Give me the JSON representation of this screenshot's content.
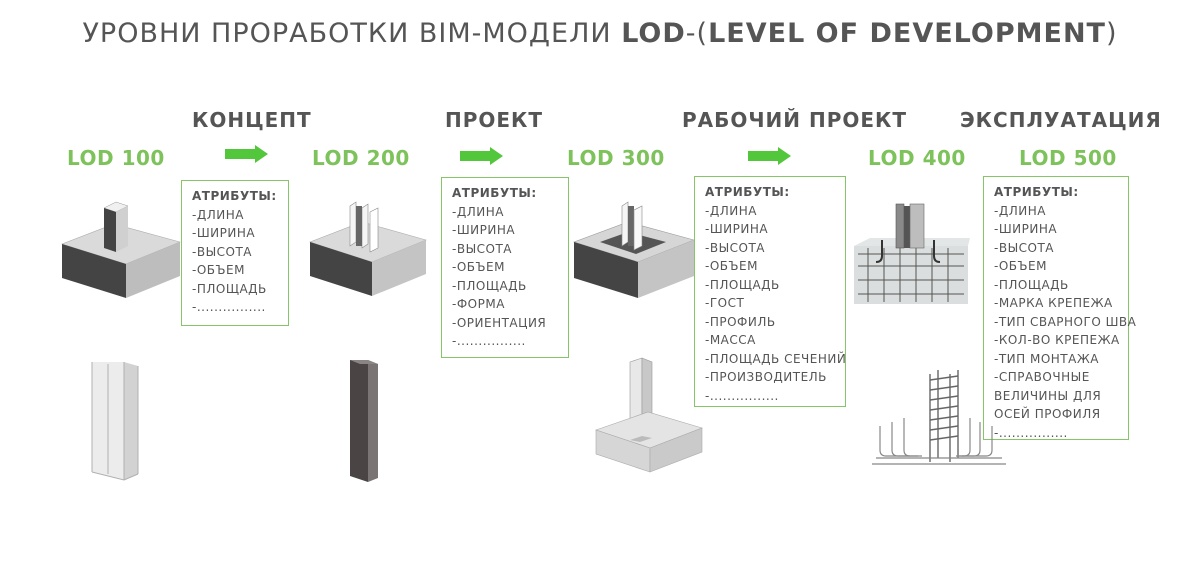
{
  "title": {
    "prefix": "УРОВНИ ПРОРАБОТКИ BIM-МОДЕЛИ ",
    "bold1": "LOD",
    "mid": "-(",
    "bold2": "LEVEL OF DEVELOPMENT",
    "suffix": ")"
  },
  "stages": [
    {
      "label": "КОНЦЕПТ"
    },
    {
      "label": "ПРОЕКТ"
    },
    {
      "label": "РАБОЧИЙ ПРОЕКТ"
    },
    {
      "label": "ЭКСПЛУАТАЦИЯ"
    }
  ],
  "lods": [
    {
      "label": "LOD 100"
    },
    {
      "label": "LOD 200"
    },
    {
      "label": "LOD 300"
    },
    {
      "label": "LOD 400"
    },
    {
      "label": "LOD 500"
    }
  ],
  "attribute_boxes": [
    {
      "heading": "АТРИБУТЫ:",
      "items": [
        "-ДЛИНА",
        "-ШИРИНА",
        "-ВЫСОТА",
        "-ОБЪЕМ",
        "-ПЛОЩАДЬ",
        "-................"
      ]
    },
    {
      "heading": "АТРИБУТЫ:",
      "items": [
        "-ДЛИНА",
        "-ШИРИНА",
        "-ВЫСОТА",
        "-ОБЪЕМ",
        "-ПЛОЩАДЬ",
        "-ФОРМА",
        "-ОРИЕНТАЦИЯ",
        "-................"
      ]
    },
    {
      "heading": "АТРИБУТЫ:",
      "items": [
        "-ДЛИНА",
        "-ШИРИНА",
        "-ВЫСОТА",
        "-ОБЪЕМ",
        "-ПЛОЩАДЬ",
        "-ГОСТ",
        "-ПРОФИЛЬ",
        "-МАССА",
        "-ПЛОЩАДЬ СЕЧЕНИЙ",
        "-ПРОИЗВОДИТЕЛЬ",
        "-................"
      ]
    },
    {
      "heading": "АТРИБУТЫ:",
      "items": [
        "-ДЛИНА",
        "-ШИРИНА",
        "-ВЫСОТА",
        "-ОБЪЕМ",
        "-ПЛОЩАДЬ",
        "-МАРКА КРЕПЕЖА",
        "-ТИП СВАРНОГО ШВА",
        "-КОЛ-ВО КРЕПЕЖА",
        "-ТИП МОНТАЖА",
        "-СПРАВОЧНЫЕ",
        "ВЕЛИЧИНЫ ДЛЯ",
        "ОСЕЙ ПРОФИЛЯ",
        "-................"
      ]
    }
  ],
  "colors": {
    "accent_green": "#7dc25a",
    "arrow_green": "#52c73c",
    "box_border": "#86c669",
    "text_gray": "#555555"
  }
}
